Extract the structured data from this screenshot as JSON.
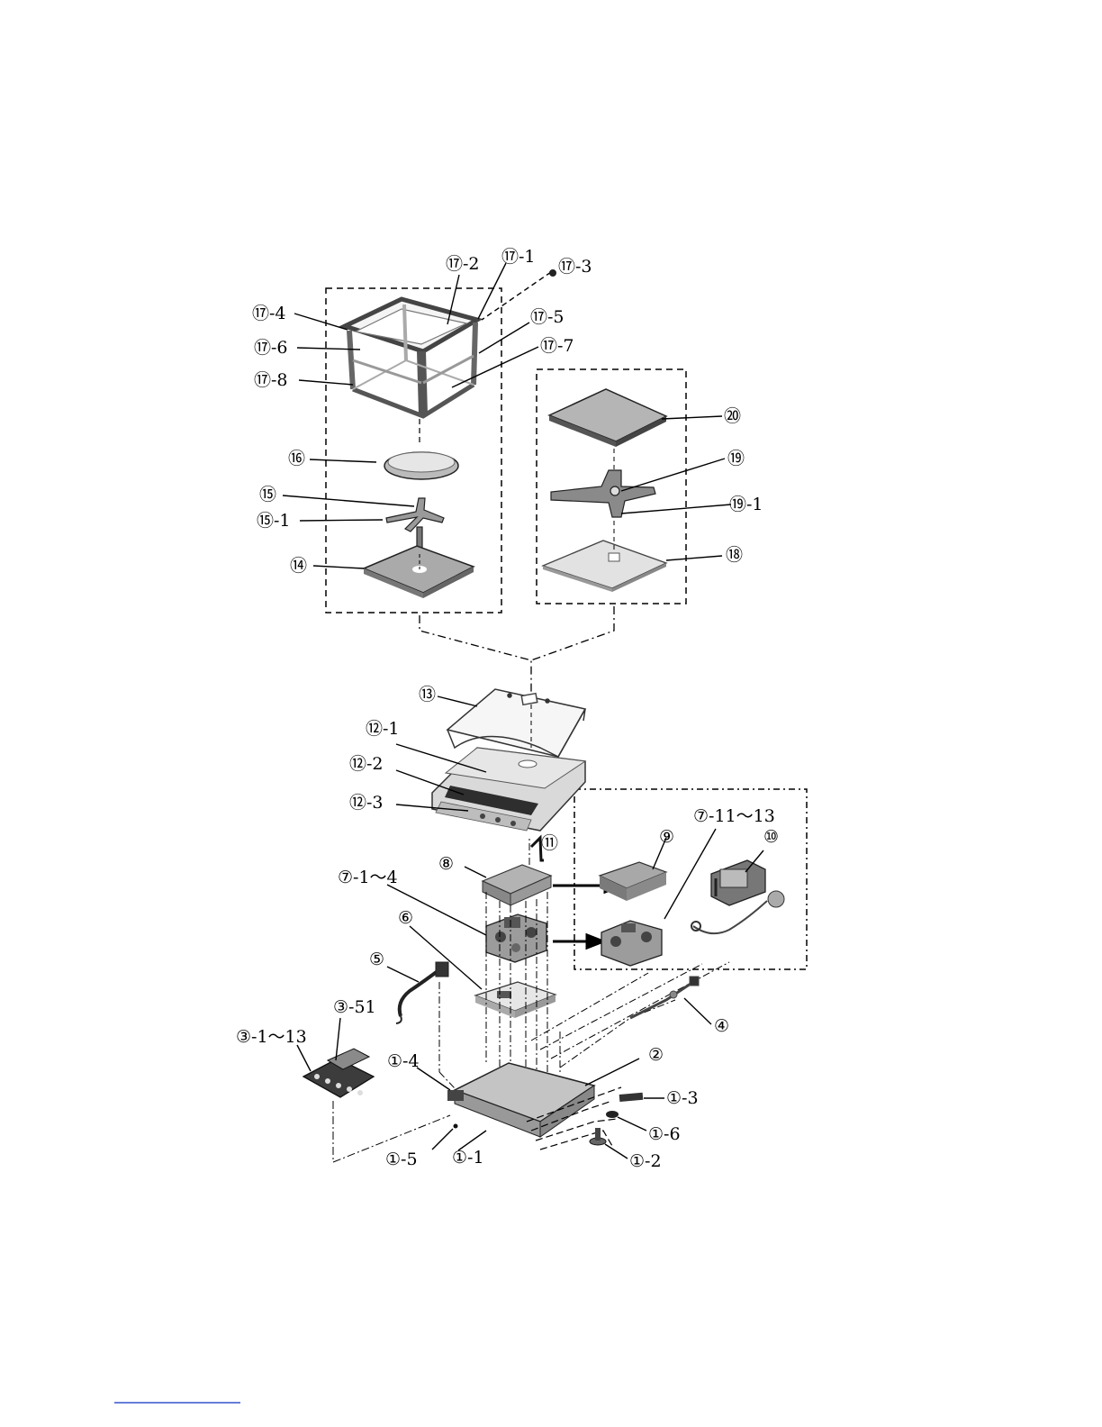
{
  "labels": {
    "l17_1": "⑰-1",
    "l17_2": "⑰-2",
    "l17_3": "⑰-3",
    "l17_4": "⑰-4",
    "l17_5": "⑰-5",
    "l17_6": "⑰-6",
    "l17_7": "⑰-7",
    "l17_8": "⑰-8",
    "l16": "⑯",
    "l15": "⑮",
    "l15_1": "⑮-1",
    "l14": "⑭",
    "l20": "⑳",
    "l19": "⑲",
    "l19_1": "⑲-1",
    "l18": "⑱",
    "l13": "⑬",
    "l12_1": "⑫-1",
    "l12_2": "⑫-2",
    "l12_3": "⑫-3",
    "l11": "⑪",
    "l10": "⑩",
    "l9": "⑨",
    "l8": "⑧",
    "l7_1_4": "⑦-1～4",
    "l7_11_13": "⑦-11～13",
    "l6": "⑥",
    "l5": "⑤",
    "l4": "④",
    "l3_51": "③-51",
    "l3_1_13": "③-1～13",
    "l2": "②",
    "l1_1": "①-1",
    "l1_2": "①-2",
    "l1_3": "①-3",
    "l1_4": "①-4",
    "l1_5": "①-5",
    "l1_6": "①-6"
  },
  "colors": {
    "line": "#000000",
    "part_fill": "#c8c8c8",
    "part_dark": "#555555",
    "footer_rule": "#3355cc"
  }
}
